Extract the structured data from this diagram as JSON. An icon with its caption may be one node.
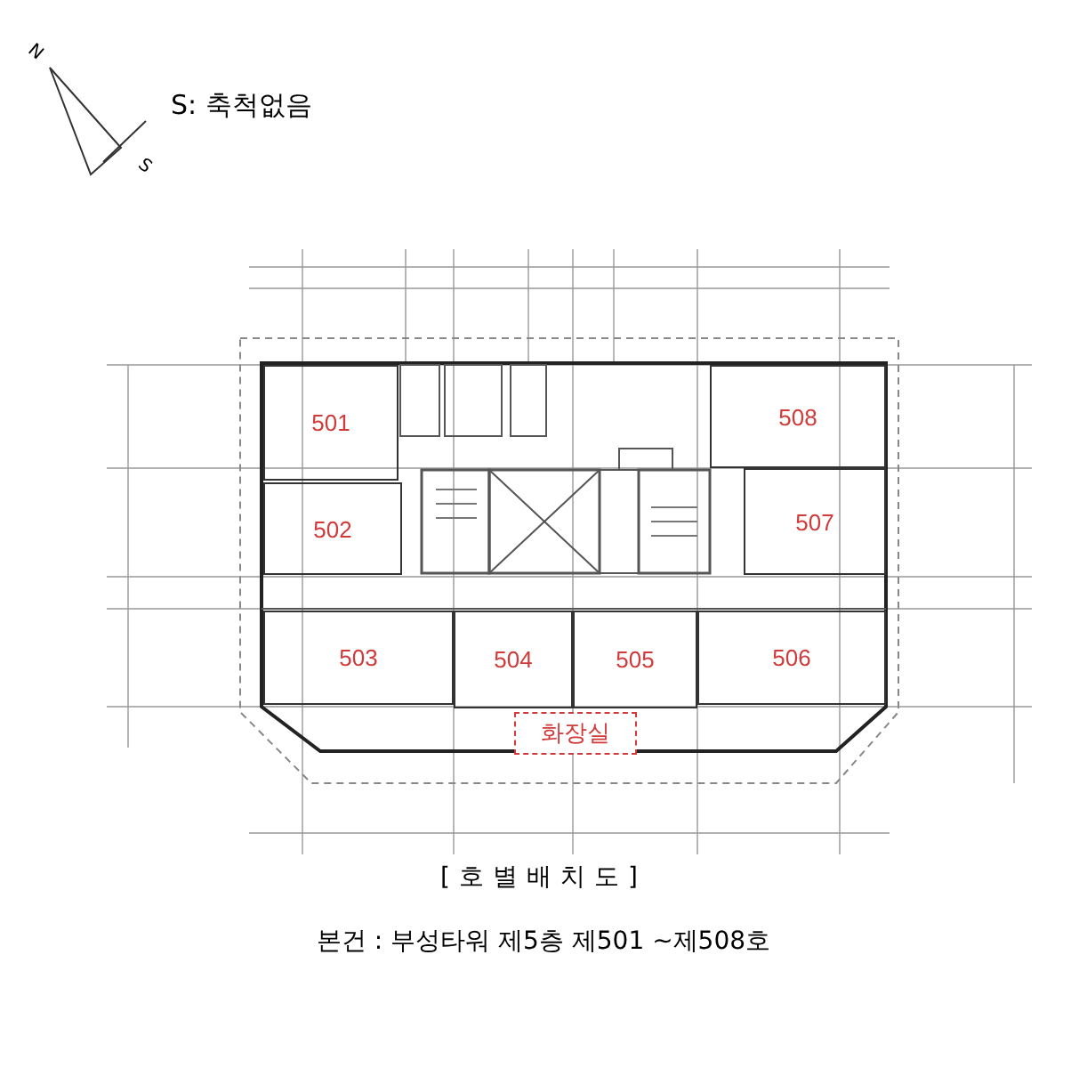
{
  "diagram": {
    "caption": "[호별배치도]",
    "nodes": [
      {
        "text": [
          "501"
        ]
      },
      {
        "text": [
          "502"
        ]
      },
      {
        "text": [
          "503"
        ]
      },
      {
        "text": [
          "504"
        ]
      },
      {
        "text": [
          "505"
        ]
      },
      {
        "text": [
          "506"
        ]
      },
      {
        "text": [
          "507"
        ]
      },
      {
        "text": [
          "508"
        ]
      },
      {
        "text": [
          "화장실"
        ]
      }
    ],
    "labels": [
      "N",
      "S",
      "S: 축척없음",
      "본건 : 부성타워 제5층 제501 ~제508호"
    ]
  }
}
